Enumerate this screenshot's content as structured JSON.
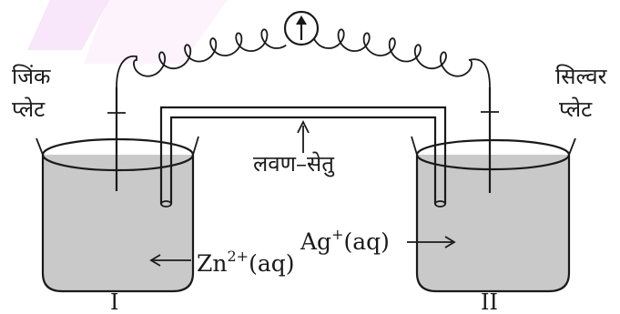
{
  "labels": {
    "zinc_plate": [
      "जिंक",
      "प्लेट"
    ],
    "silver_plate": [
      "सिल्वर",
      "प्लेट"
    ],
    "salt_bridge": "लवण–सेतु",
    "zinc_ion": "Zn",
    "zinc_ion_charge": "2+",
    "zinc_ion_state": "(aq)",
    "silver_ion": "Ag",
    "silver_ion_charge": "+",
    "silver_ion_state": "(aq)",
    "beaker_left": "I",
    "beaker_right": "II"
  },
  "colors": {
    "solution": "#c9c9c9",
    "stroke": "#1a1a1a",
    "accent_band": "#e9b3f0"
  },
  "icons": {
    "galvanometer": "galvanometer-arrow-icon"
  }
}
